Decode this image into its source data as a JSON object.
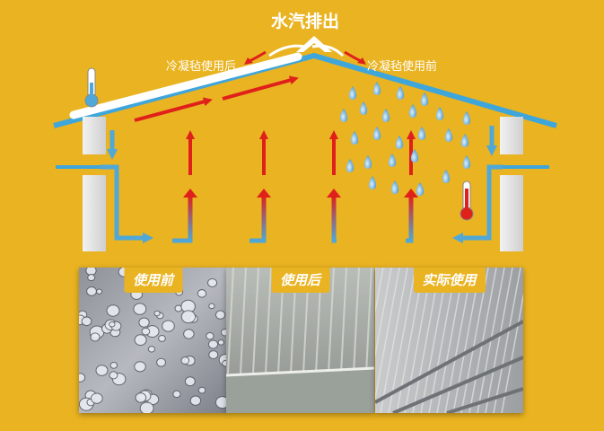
{
  "diagram": {
    "title": "水汽排出",
    "label_after": "冷凝毡使用后",
    "label_before": "冷凝毡使用前"
  },
  "photos": [
    {
      "label": "使用前"
    },
    {
      "label": "使用后"
    },
    {
      "label": "实际使用"
    }
  ],
  "colors": {
    "background": "#E9B321",
    "warm_air": "#E0201B",
    "cold_air": "#4FA8D8",
    "droplet": "#5FAEDC",
    "wall": "#E8E8E8",
    "felt": "#FFFFFF"
  },
  "icons": {
    "left_thermometer": "thermometer-cool-icon",
    "right_thermometer": "thermometer-hot-icon"
  }
}
